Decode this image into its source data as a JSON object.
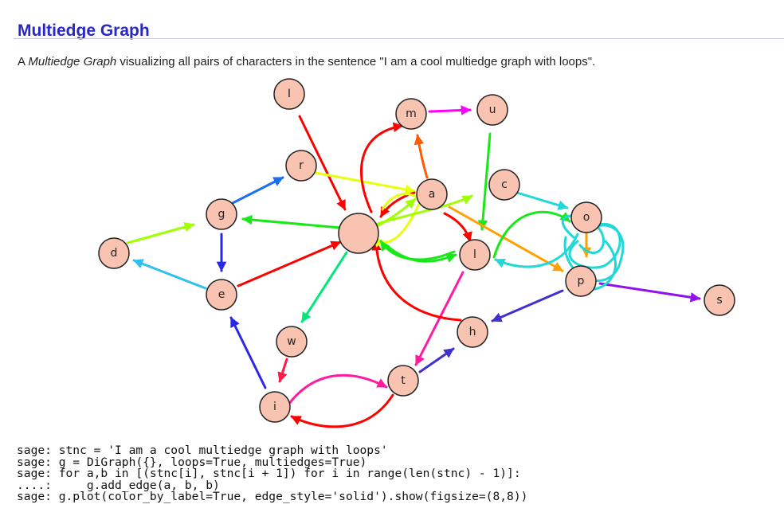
{
  "heading": "Multiedge Graph",
  "intro": {
    "article": "A ",
    "emphasis": "Multiedge Graph",
    "rest": " visualizing all pairs of characters in the sentence \"I am a cool multiedge graph with loops\"."
  },
  "graph": {
    "nodes": [
      {
        "id": "center",
        "label": ""
      },
      {
        "id": "I",
        "label": "I"
      },
      {
        "id": "m",
        "label": "m"
      },
      {
        "id": "u",
        "label": "u"
      },
      {
        "id": "r",
        "label": "r"
      },
      {
        "id": "a",
        "label": "a"
      },
      {
        "id": "c",
        "label": "c"
      },
      {
        "id": "g",
        "label": "g"
      },
      {
        "id": "o",
        "label": "o"
      },
      {
        "id": "d",
        "label": "d"
      },
      {
        "id": "l",
        "label": "l"
      },
      {
        "id": "p",
        "label": "p"
      },
      {
        "id": "e",
        "label": "e"
      },
      {
        "id": "s",
        "label": "s"
      },
      {
        "id": "h",
        "label": "h"
      },
      {
        "id": "w",
        "label": "w"
      },
      {
        "id": "t",
        "label": "t"
      },
      {
        "id": "i",
        "label": "i"
      }
    ],
    "node_fill": "#f9c3b2",
    "node_stroke": "#222222",
    "edge_colors": {
      "red": "#ff0000",
      "orange": "#ff8000",
      "orange_red": "#ff5a00",
      "yellow": "#e8ff10",
      "yellow_green": "#a0ff00",
      "green": "#18e818",
      "spring_green": "#00e87a",
      "magenta": "#ff00ff",
      "pink": "#ff1aa0",
      "blue": "#1a70f0",
      "dark_blue": "#2828e8",
      "indigo": "#4030d0",
      "cyan": "#20d8d8",
      "sky": "#30c0f0",
      "purple": "#9010f0"
    }
  },
  "code_lines": [
    "sage: stnc = 'I am a cool multiedge graph with loops'",
    "sage: g = DiGraph({}, loops=True, multiedges=True)",
    "sage: for a,b in [(stnc[i], stnc[i + 1]) for i in range(len(stnc) - 1)]:",
    "....:     g.add_edge(a, b, b)",
    "sage: g.plot(color_by_label=True, edge_style='solid').show(figsize=(8,8))"
  ]
}
